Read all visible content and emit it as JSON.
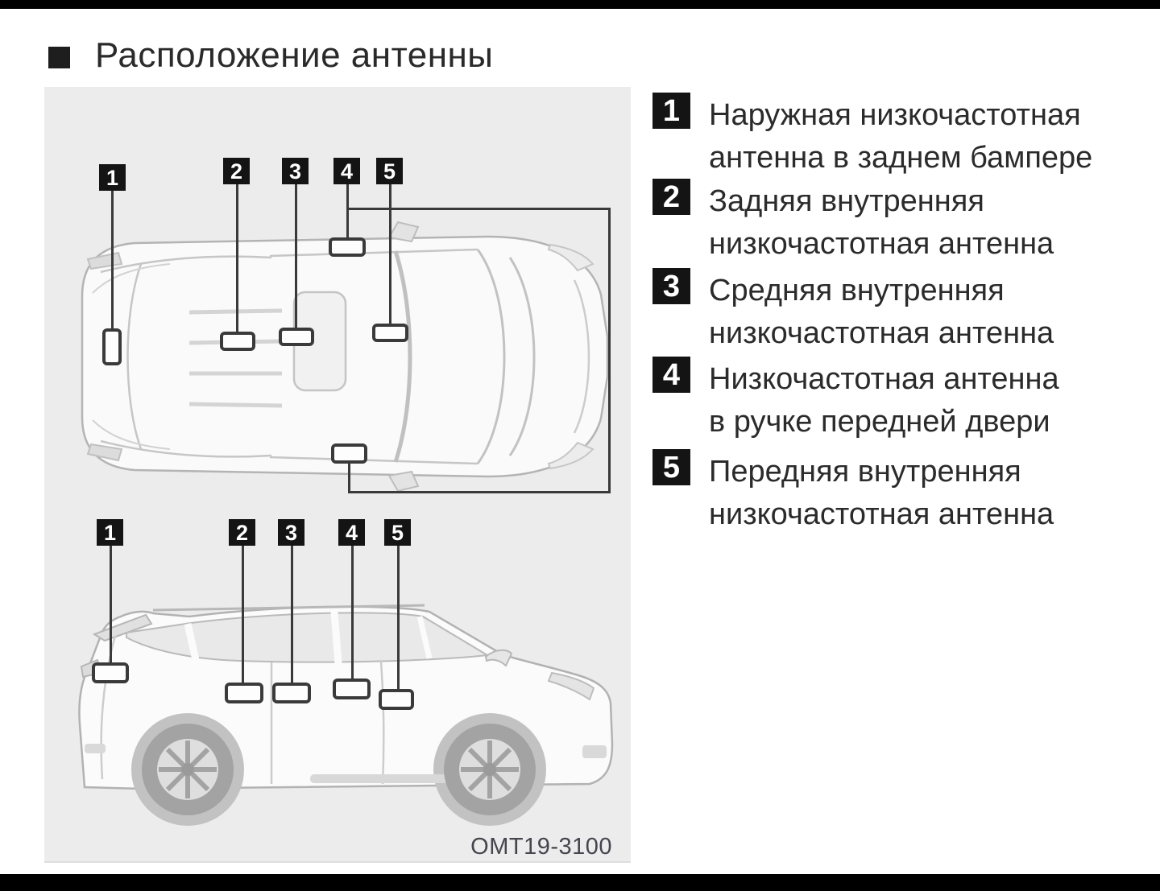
{
  "page": {
    "title": "Расположение антенны"
  },
  "diagram": {
    "figure_code": "OMT19-3100",
    "top_view_labels": [
      "1",
      "2",
      "3",
      "4",
      "5"
    ],
    "side_view_labels": [
      "1",
      "2",
      "3",
      "4",
      "5"
    ]
  },
  "legend": {
    "items": [
      {
        "num": "1",
        "line1": "Наружная низкочастотная",
        "line2": "антенна в заднем бампере"
      },
      {
        "num": "2",
        "line1": "Задняя внутренняя",
        "line2": "низкочастотная антенна"
      },
      {
        "num": "3",
        "line1": "Средняя внутренняя",
        "line2": "низкочастотная антенна"
      },
      {
        "num": "4",
        "line1": "Низкочастотная антенна",
        "line2": "в ручке передней двери"
      },
      {
        "num": "5",
        "line1": "Передняя внутренняя",
        "line2": "низкочастотная антенна"
      }
    ]
  },
  "colors": {
    "panel_background": "#ececec",
    "marker_outline": "#3a3a3a",
    "label_background": "#141414",
    "text": "#2b2b2b",
    "car_outline": "#b4b4b4"
  }
}
